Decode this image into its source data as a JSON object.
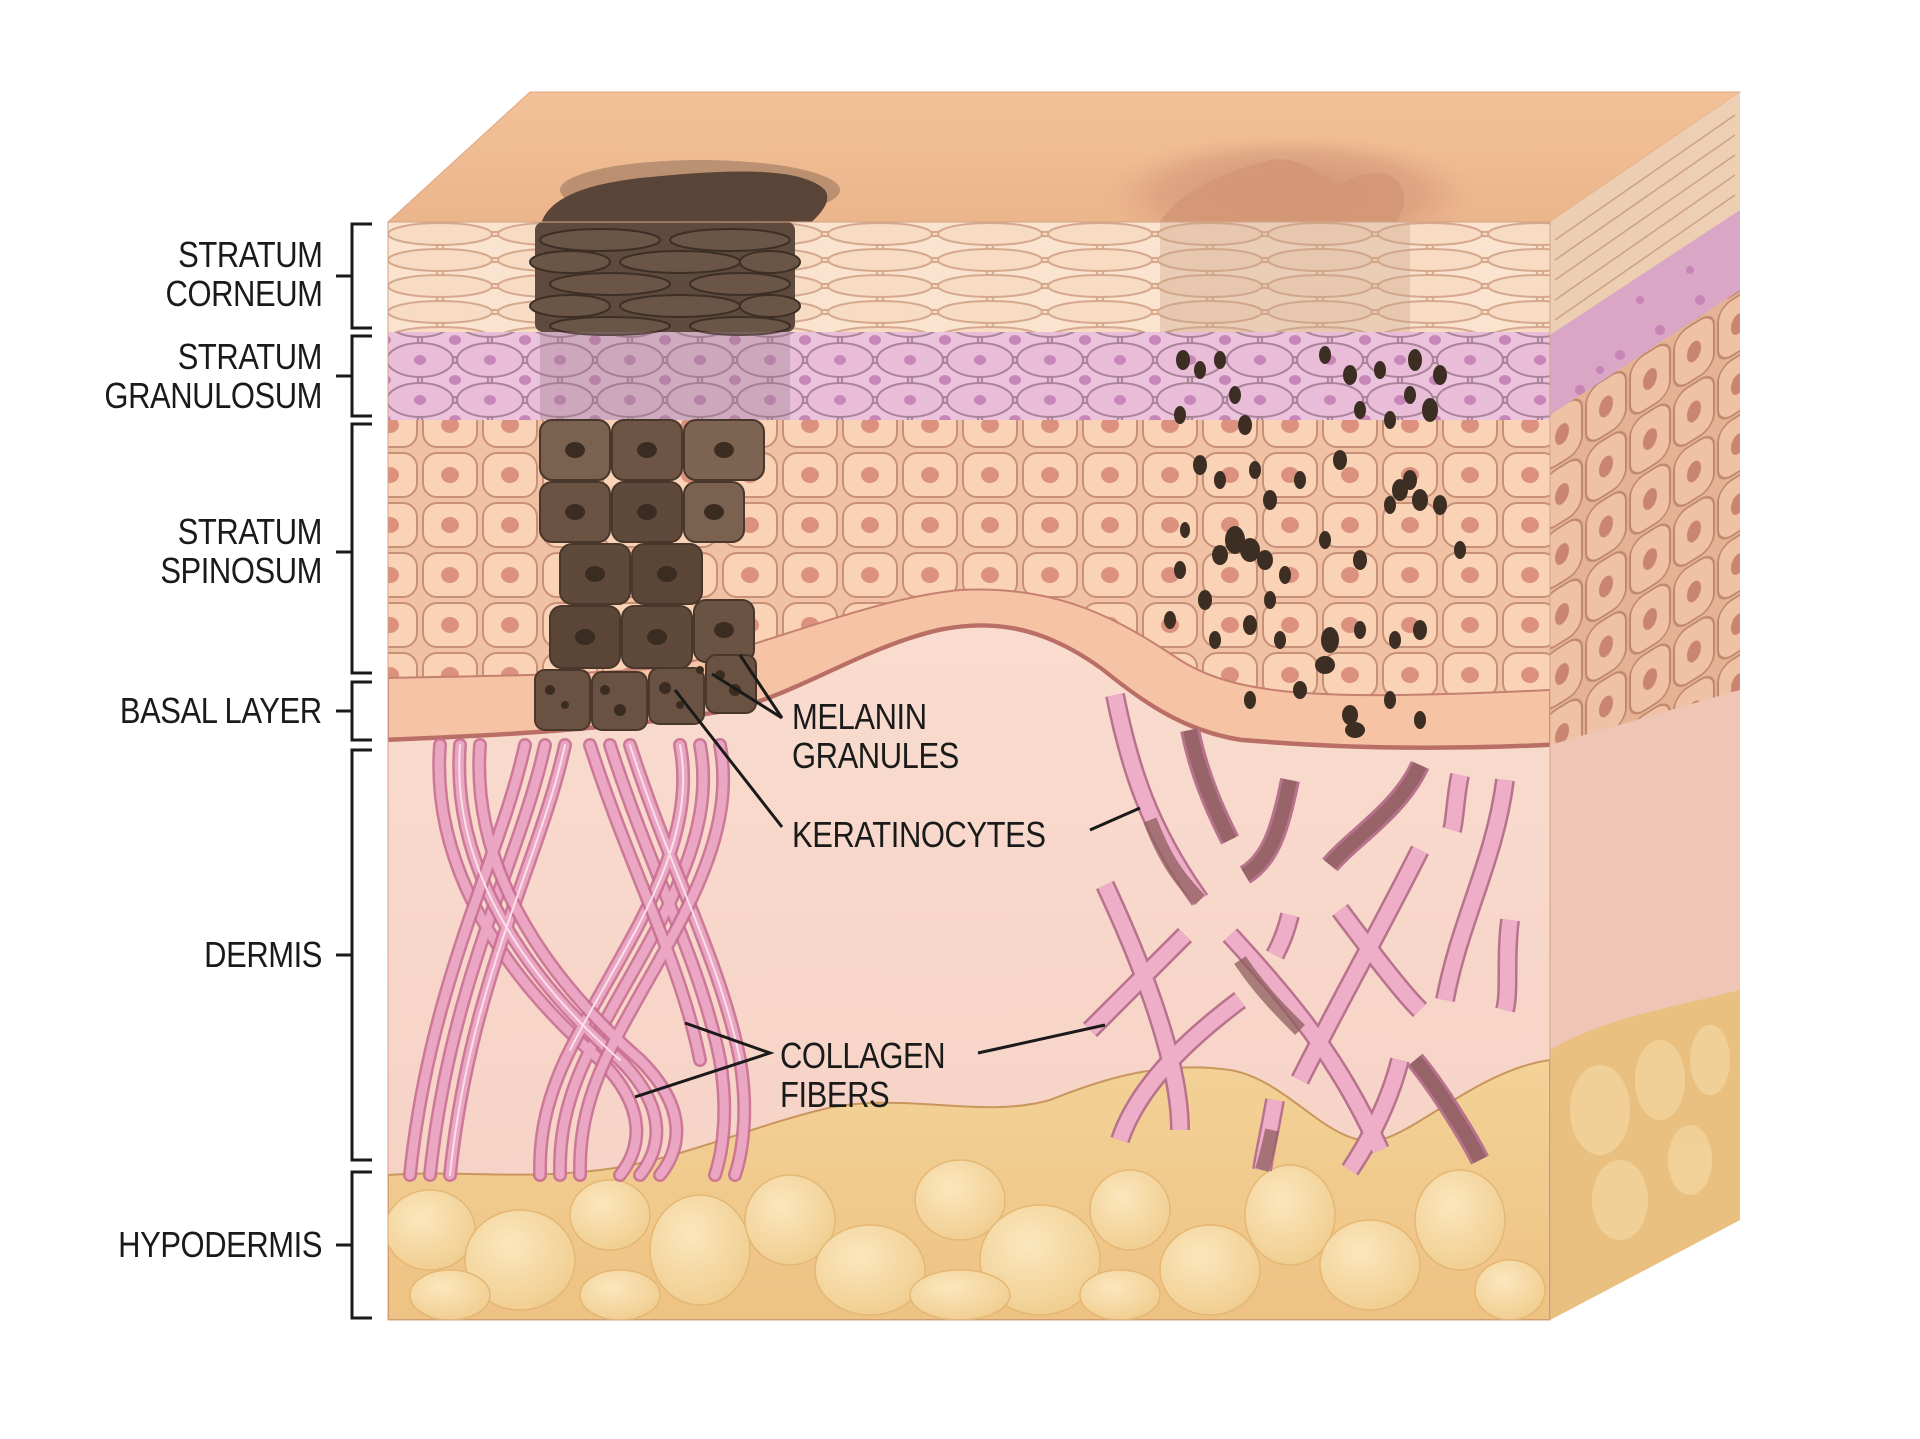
{
  "diagram": {
    "subject": "Skin cross-section block (epidermis, dermis, hypodermis)",
    "layers": [
      {
        "id": "stratum_corneum",
        "line1": "STRATUM",
        "line2": "CORNEUM"
      },
      {
        "id": "stratum_granulosum",
        "line1": "STRATUM",
        "line2": "GRANULOSUM"
      },
      {
        "id": "stratum_spinosum",
        "line1": "STRATUM",
        "line2": "SPINOSUM"
      },
      {
        "id": "basal_layer",
        "line1": "BASAL LAYER"
      },
      {
        "id": "dermis",
        "line1": "DERMIS"
      },
      {
        "id": "hypodermis",
        "line1": "HYPODERMIS"
      }
    ],
    "callouts": {
      "melanin": {
        "line1": "MELANIN",
        "line2": "GRANULES"
      },
      "keratinocytes": {
        "line1": "KERATINOCYTES"
      },
      "collagen": {
        "line1": "COLLAGEN",
        "line2": "FIBERS"
      }
    },
    "colors": {
      "surface_top": "#eeb98f",
      "corneum": "#f6d3b6",
      "granulosum": "#e3b2d0",
      "spinosum": "#f7c9a9",
      "cell_nucleus": "#d98f7c",
      "pigmented_cell": "#6e5645",
      "melanin": "#3d2e24",
      "dermis": "#f8d8cd",
      "collagen": "#e7a0bd",
      "collagen_stroke": "#c86f93",
      "hypodermis": "#f0cc8a",
      "fat_lobule": "#f6dba3",
      "label_text": "#1a1a1a"
    }
  }
}
